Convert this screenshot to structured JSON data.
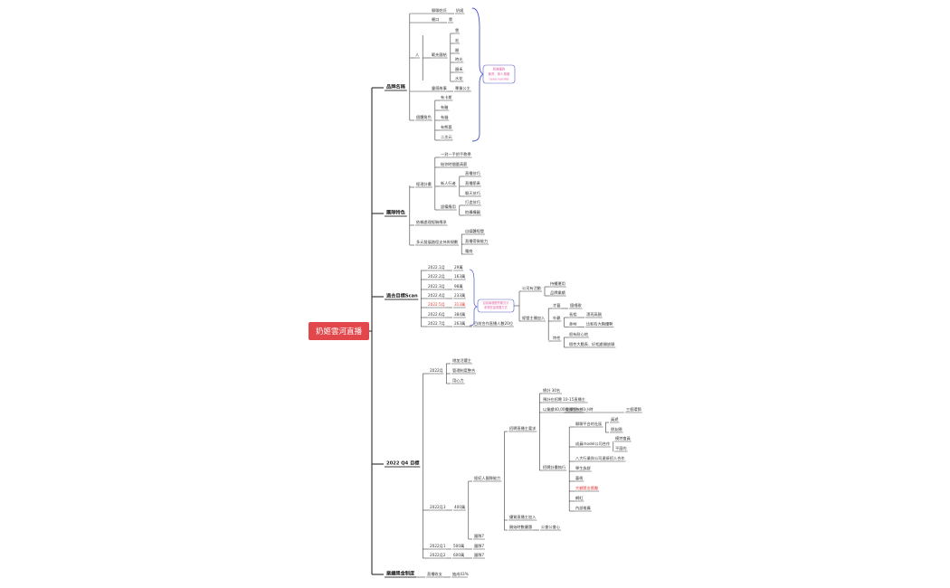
{
  "root": "奶姬雲河直播",
  "colors": {
    "root_bg": "#e2474b",
    "line": "#3c3c3c",
    "highlight_red": "#e53935",
    "callout_pink": "#e05fa6",
    "callout_border": "#5a5fc8",
    "brace": "#4a56c8"
  },
  "branches": {
    "brand": {
      "label": "品牌名稱",
      "nodes": {
        "surname_label": "聊聊姓氏",
        "surname_value": "奶姬",
        "nick_label": "暱口",
        "nick_value": "雰",
        "person": "人",
        "person_suffix": "範先團結",
        "person_items": [
          "雲",
          "宏",
          "娜",
          "時光",
          "顏禾",
          "水花"
        ],
        "story_label": "靈感故事",
        "story_value": "專業公主",
        "trait_label": "個體角色",
        "trait_items": [
          "有卡斯",
          "有豬",
          "有貓",
          "有熊慕",
          "二次元"
        ]
      },
      "callout": [
        "和幾種的",
        "聚會、參人風格",
        "nana (vanilla"
      ]
    },
    "feature": {
      "label": "團隊特色",
      "target_label": "經理計畫",
      "target_items": [
        "一對一手把手教學",
        "給你時間量高薪"
      ],
      "newbie_label": "新人行者",
      "newbie_items": [
        "直播技巧",
        "直播節奏",
        "聊天技巧"
      ],
      "equip_label": "設備應用",
      "equip_items": [
        "打造技巧",
        "拍攝構圖"
      ],
      "misc_items": [
        "依賴處理經驗傳承"
      ],
      "multi_label": "多元發展路徑支持與規劃",
      "multi_items": [
        "自媒體經營",
        "直播帶貨能力",
        "電商"
      ]
    },
    "scan": {
      "label": "過去目標Scan",
      "months": [
        {
          "m": "2022.1月",
          "v": "29萬"
        },
        {
          "m": "2022.2月",
          "v": "163萬"
        },
        {
          "m": "2022.3月",
          "v": "98萬"
        },
        {
          "m": "2022.4月",
          "v": "233萬"
        },
        {
          "m": "2022.5月",
          "v": "313萬"
        },
        {
          "m": "2022.6月",
          "v": "384萬"
        },
        {
          "m": "2022.7月",
          "v": "263萬"
        }
      ],
      "month7_note": "目前合作直播人數20位",
      "callout": [
        "目前兩種經營模式分",
        "析現在還需要方式"
      ],
      "company_label": "公司有活動",
      "company_items": [
        "持續運用",
        "品牌業績"
      ],
      "host_label": "經營主播加入",
      "host_sub1_label": "才藝",
      "host_sub1_value": "擅唱歌",
      "host_sub2_label": "外觀",
      "host_sub2_items": [
        {
          "k": "長相",
          "v": "漂亮高顏"
        },
        {
          "k": "身材",
          "v": "比較有大胸優勢"
        }
      ],
      "host_sub3_label": "特性",
      "host_sub3_items": [
        "很有耐心地",
        "個性大膽表、好相處開放聊"
      ]
    },
    "q4": {
      "label": "2022 Q4 目標",
      "m9_label": "2022月",
      "m9_items": [
        "增加活躍主",
        "管理制度整合",
        "用心力"
      ],
      "m10_label": "2022月3",
      "m10_value": "400萬",
      "m11_label": "2022月1",
      "m11_value": "500萬",
      "m11_note": "團隊7",
      "m12_label": "2022月2",
      "m12_value": "600萬",
      "m12_note": "團隊7",
      "m10_note": "團隊7",
      "recruit_label": "經紀人團隊能力",
      "req_label": "招聘直播主要求",
      "req_items": [
        "總計 30名",
        "預計在招聘 10-15直播主"
      ],
      "hours_label": "以業績40,000小時為主",
      "hours_value": "重量至少40小時",
      "hours_extra": "三個環節",
      "plan_label": "招聘計畫執行",
      "plan_items": [
        {
          "k": "聊聊平台的社區",
          "subs": [
            "員遊",
            "朋友圈"
          ]
        },
        {
          "k": "成員model公司合作",
          "subs": [
            "模特會員",
            "平面的"
          ]
        },
        {
          "k": "八大行業與公司連接招人合作",
          "subs": []
        },
        {
          "k": "學生族群",
          "subs": []
        },
        {
          "k": "藝術",
          "subs": []
        },
        {
          "k": "大額獎金獎勵",
          "subs": []
        },
        {
          "k": "網紅",
          "subs": []
        },
        {
          "k": "內部推薦",
          "subs": []
        }
      ],
      "extra_items": [
        "優質直播主加入",
        "開始時數優惠",
        "公會公會心"
      ]
    },
    "bonus": {
      "label": "業績獎金制度",
      "value_label": "直播收支",
      "value": "抽成43%"
    }
  }
}
